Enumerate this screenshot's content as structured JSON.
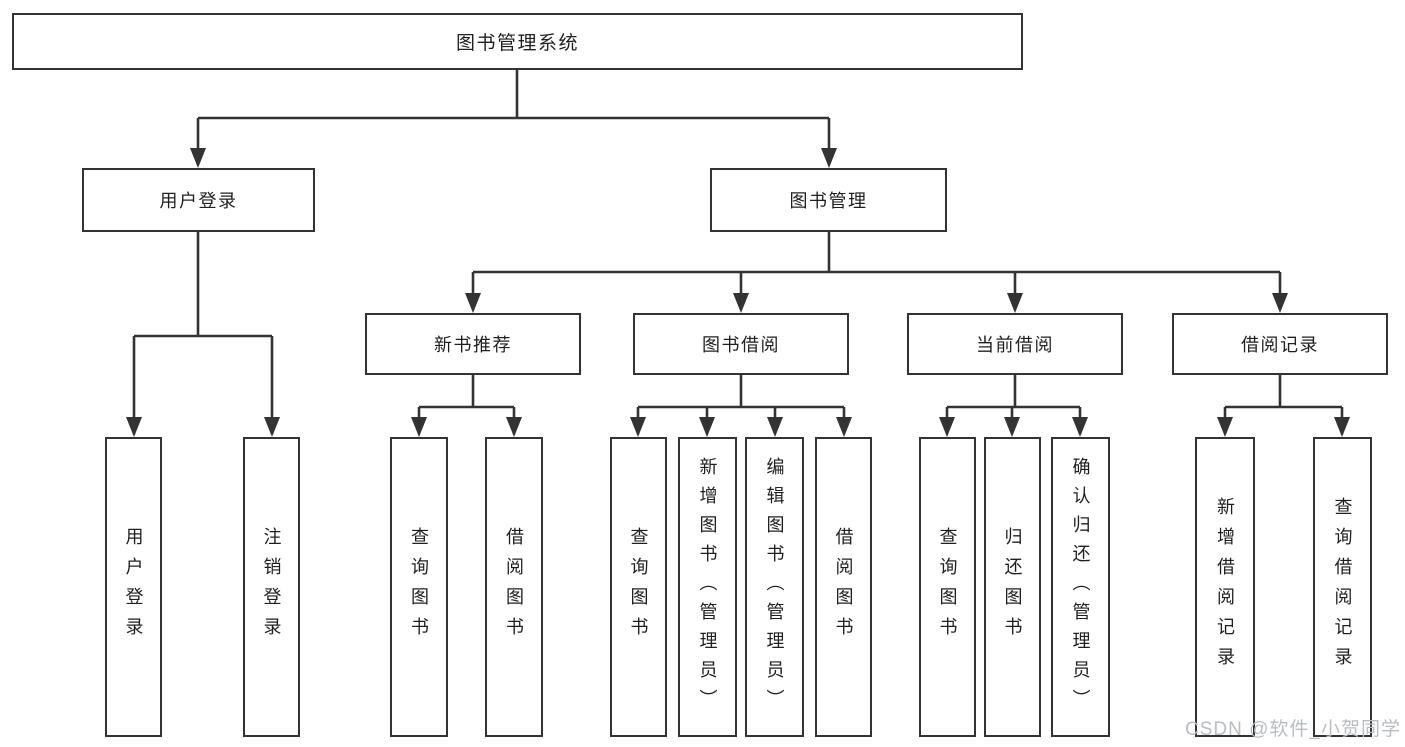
{
  "colors": {
    "line": "#333333",
    "box_border": "#333333",
    "text": "#1f1f1f",
    "watermark": "#b9bdc1",
    "background": "#ffffff"
  },
  "diagram": {
    "root": "图书管理系统",
    "branches": [
      {
        "label": "用户登录",
        "children": [
          "用户登录",
          "注销登录"
        ]
      },
      {
        "label": "图书管理",
        "groups": [
          {
            "label": "新书推荐",
            "children": [
              "查询图书",
              "借阅图书"
            ]
          },
          {
            "label": "图书借阅",
            "children": [
              "查询图书",
              "新增图书（管理员）",
              "编辑图书（管理员）",
              "借阅图书"
            ]
          },
          {
            "label": "当前借阅",
            "children": [
              "查询图书",
              "归还图书",
              "确认归还（管理员）"
            ]
          },
          {
            "label": "借阅记录",
            "children": [
              "新增借阅记录",
              "查询借阅记录"
            ]
          }
        ]
      }
    ]
  },
  "watermark": "CSDN @软件_小贺同学"
}
